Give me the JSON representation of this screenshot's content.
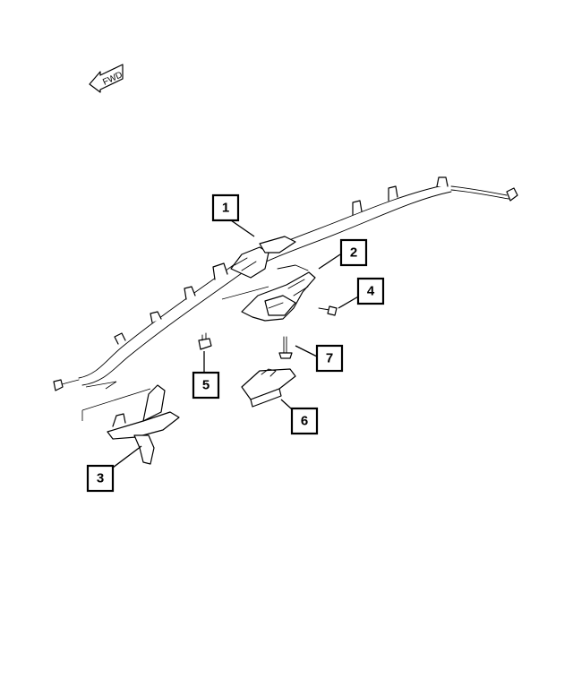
{
  "direction_indicator": {
    "label": "FWD",
    "icon": "forward-arrow-icon"
  },
  "callouts": [
    {
      "id": "callout-1",
      "label": "1"
    },
    {
      "id": "callout-2",
      "label": "2"
    },
    {
      "id": "callout-3",
      "label": "3"
    },
    {
      "id": "callout-4",
      "label": "4"
    },
    {
      "id": "callout-5",
      "label": "5"
    },
    {
      "id": "callout-6",
      "label": "6"
    },
    {
      "id": "callout-7",
      "label": "7"
    }
  ],
  "colors": {
    "line": "#000000",
    "background": "#ffffff"
  }
}
